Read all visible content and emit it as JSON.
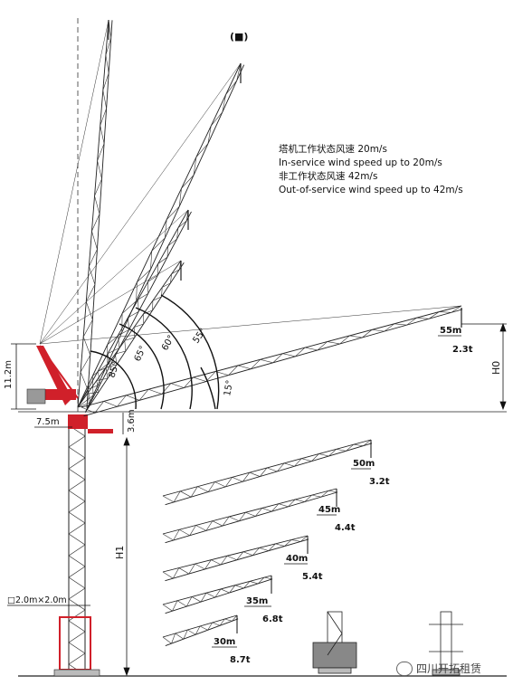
{
  "figure": {
    "badge": "(■)",
    "notes": [
      "塔机工作状态风速 20m/s",
      "In-service wind speed up to 20m/s",
      "非工作状态风速 42m/s",
      "Out-of-service wind speed up to 42m/s"
    ],
    "angles": [
      "85°",
      "65°",
      "60°",
      "55°",
      "15°"
    ],
    "dimensions": {
      "left_height": "11.2m",
      "counter_jib": "7.5m",
      "head_height": "3.6m",
      "h0": "H0",
      "h1": "H1",
      "section": "□2.0m×2.0m"
    },
    "main_jib": {
      "radius": "55m",
      "load": "2.3t"
    },
    "jibs": [
      {
        "radius": "50m",
        "load": "3.2t"
      },
      {
        "radius": "45m",
        "load": "4.4t"
      },
      {
        "radius": "40m",
        "load": "5.4t"
      },
      {
        "radius": "35m",
        "load": "6.8t"
      },
      {
        "radius": "30m",
        "load": "8.7t"
      }
    ],
    "watermark": "四川开拓租赁",
    "colors": {
      "highlight": "#d0202a",
      "line": "#222222"
    }
  }
}
